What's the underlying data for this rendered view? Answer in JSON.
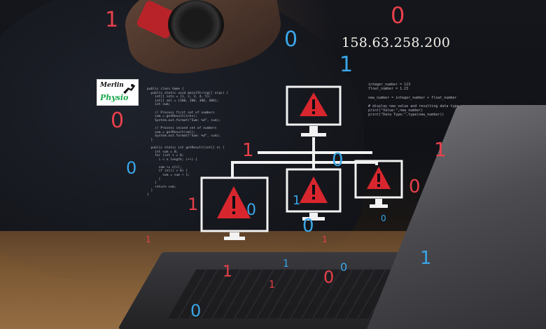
{
  "ip_address": "158.63.258.200",
  "logo": {
    "line1": "Merlin",
    "line2": "Physio",
    "icon": "running-figure-icon"
  },
  "colors": {
    "digit_red": "#e8404a",
    "digit_blue": "#3aa6e8",
    "alert_red": "#d8262e",
    "monitor_white": "#f2f2f2"
  },
  "icons": {
    "monitor_alert": "monitor-warning-icon"
  },
  "binary_digits": [
    {
      "char": "1",
      "color": "red"
    },
    {
      "char": "0",
      "color": "red"
    },
    {
      "char": "0",
      "color": "blue"
    },
    {
      "char": "1",
      "color": "blue"
    },
    {
      "char": "0",
      "color": "red"
    },
    {
      "char": "0",
      "color": "blue"
    },
    {
      "char": "1",
      "color": "red"
    },
    {
      "char": "1",
      "color": "red"
    },
    {
      "char": "0",
      "color": "blue"
    },
    {
      "char": "1",
      "color": "red"
    },
    {
      "char": "0",
      "color": "red"
    },
    {
      "char": "0",
      "color": "blue"
    },
    {
      "char": "1",
      "color": "red"
    },
    {
      "char": "0",
      "color": "blue"
    },
    {
      "char": "1",
      "color": "blue"
    },
    {
      "char": "1",
      "color": "red"
    },
    {
      "char": "0",
      "color": "red"
    },
    {
      "char": "1",
      "color": "blue"
    },
    {
      "char": "0",
      "color": "blue"
    },
    {
      "char": "1",
      "color": "blue"
    },
    {
      "char": "1",
      "color": "red"
    },
    {
      "char": "1",
      "color": "red"
    },
    {
      "char": "0",
      "color": "blue"
    },
    {
      "char": "0",
      "color": "blue"
    }
  ],
  "code_left": [
    "public class Game {",
    "  public static void main(String[] args) {",
    "    int[] ints = {1, 2, 3, 4, 5};",
    "    int[] sml = {100, 200, 300, 400};",
    "    int sum;",
    "",
    "    // Process first set of numbers",
    "    sum = getResult(ints);",
    "    System.out.format(\"Sum: %d\", sum);",
    "",
    "    // Process second set of numbers",
    "    sum = getResult(sml);",
    "    System.out.format(\"Sum: %d\", sum);",
    "  }",
    "",
    "  public static int getResult(int[] n) {",
    "    int sum = 0;",
    "    for (int i = 0;",
    "      i < n.length; i++) {",
    "",
    "      sum += n[i];",
    "      if (n[i] > 0) {",
    "        sum = sum + 1;",
    "      }",
    "    }",
    "    return sum;",
    "  }",
    "}"
  ],
  "code_right": [
    "integer_number = 123",
    "float_number = 1.23",
    "",
    "new_number = integer_number + float_number",
    "",
    "# display new value and resulting data type",
    "print(\"Value:\",new_number)",
    "print(\"Data Type:\",type(new_number))"
  ]
}
